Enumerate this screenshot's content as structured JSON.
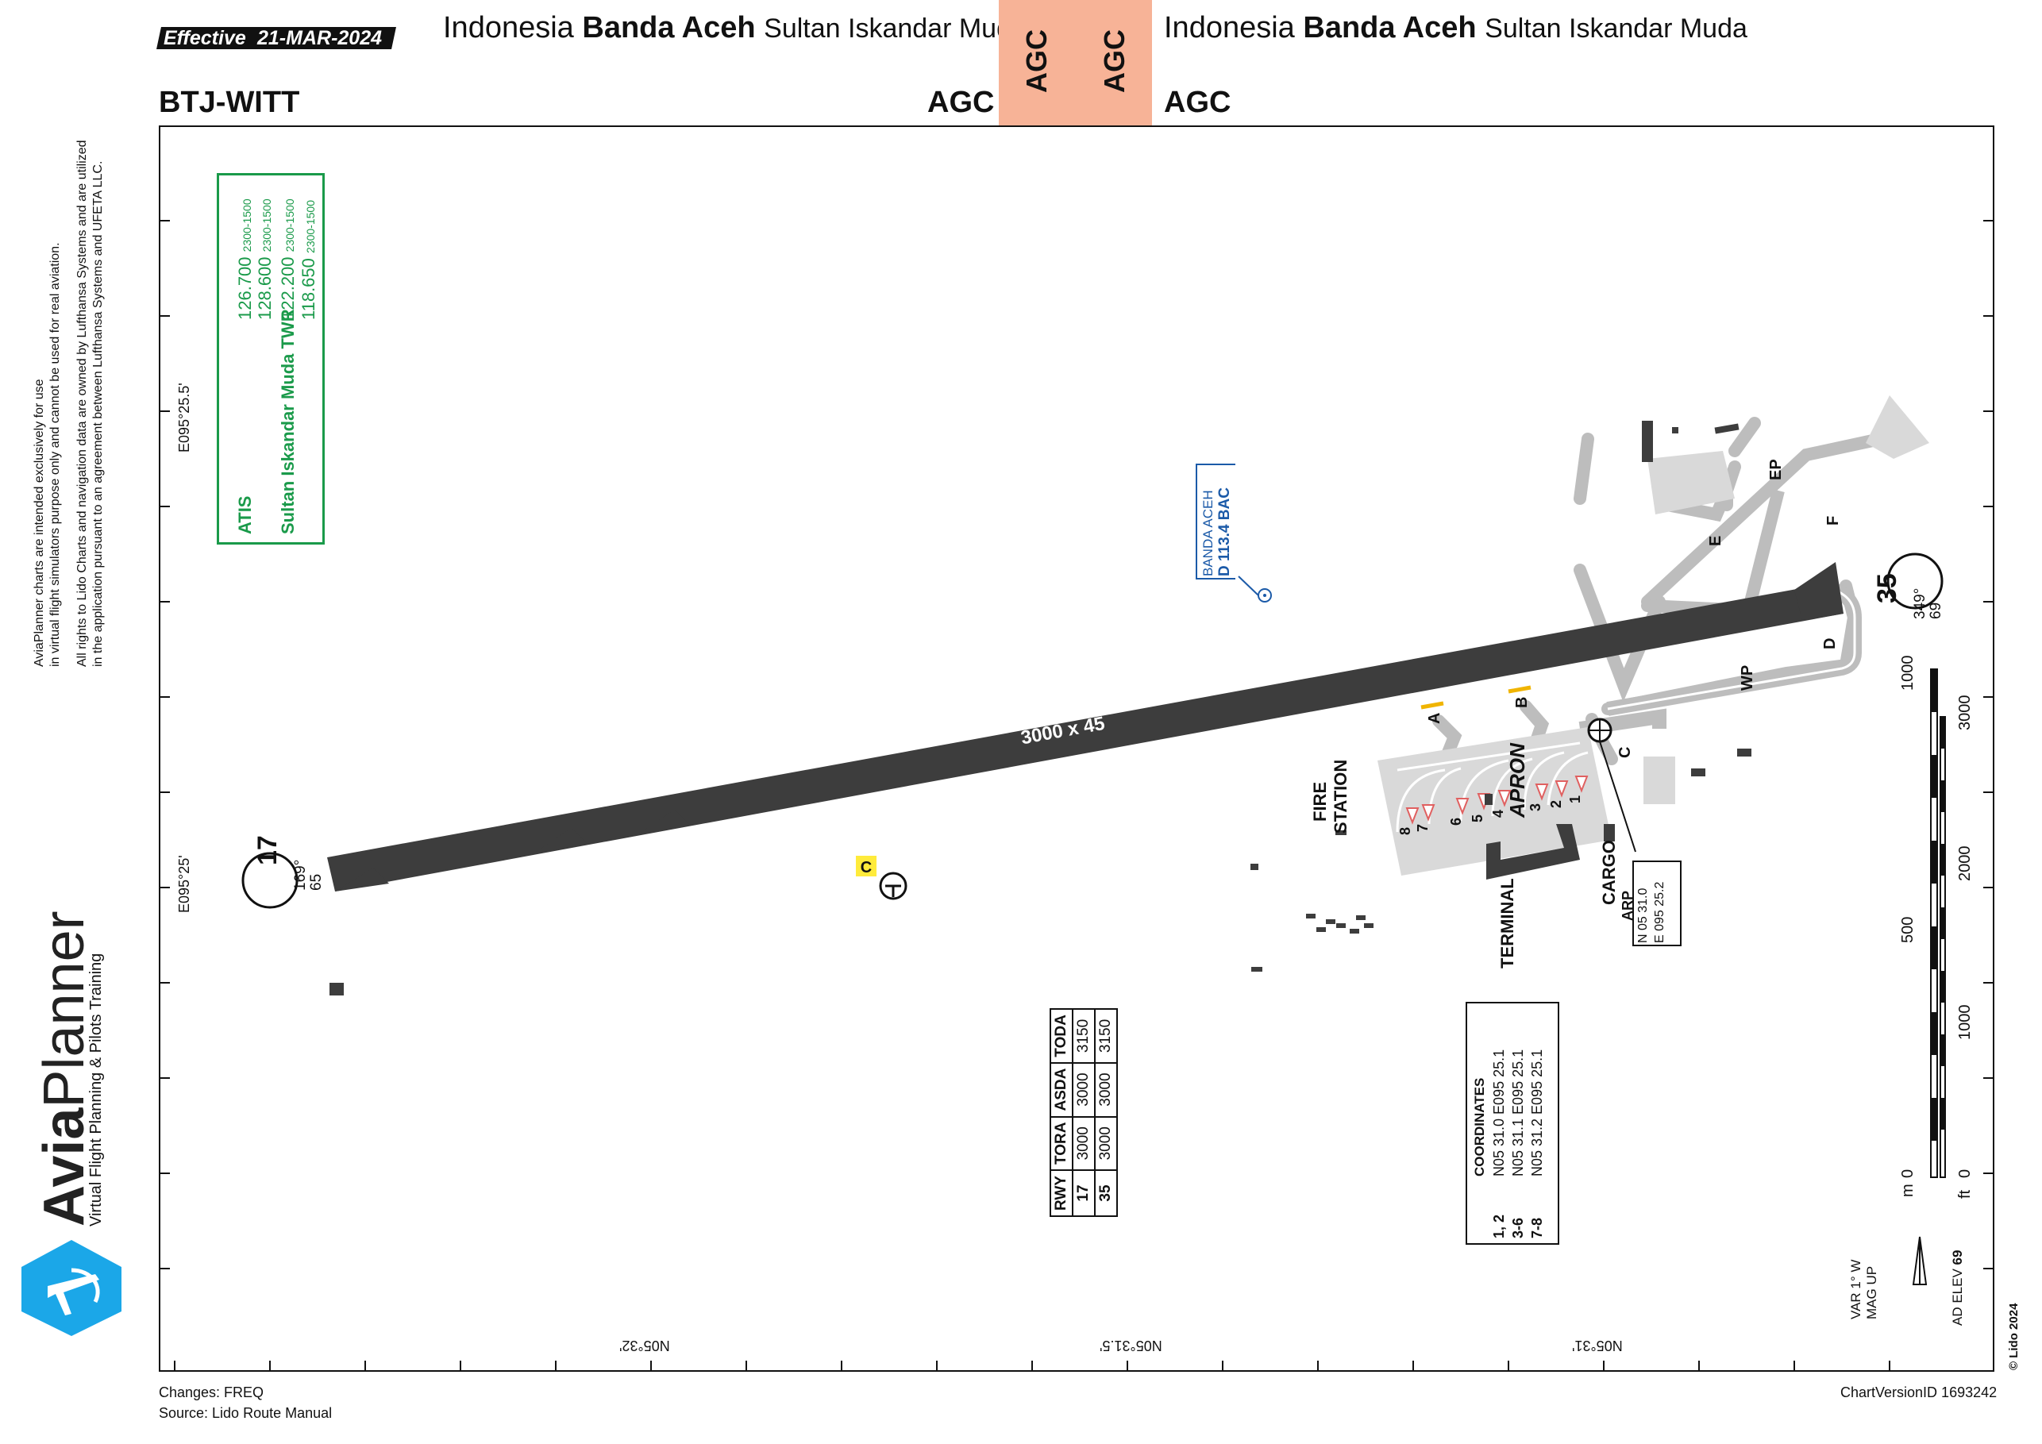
{
  "header": {
    "effective_label": "Effective",
    "effective_date": "21-MAR-2024",
    "country": "Indonesia",
    "city": "Banda Aceh",
    "airport": "Sultan Iskandar Muda",
    "icao_code": "BTJ-WITT",
    "chart_type": "AGC",
    "agc_color": "#f7b397"
  },
  "side_notice": {
    "line1": "AviaPlanner charts are intended exclusively for use",
    "line2": "in virtual flight simulators purpose only and cannot be used for real aviation.",
    "line3": "All rights to Lido Charts and navigation data are owned by Lufthansa Systems and are utilized",
    "line4": "in the application pursuant to an agreement between Lufthansa Systems and UFETA LLC."
  },
  "brand": {
    "name_bold": "Avia",
    "name_light": "Planner",
    "tagline": "Virtual Flight Planning & Pilots Training",
    "color": "#1ba7e8"
  },
  "frequencies": {
    "color": "#1a9a4a",
    "atis_label": "ATIS",
    "twr_label": "Sultan Iskandar Muda TWR",
    "atis": [
      {
        "freq": "126.700",
        "hours": "2300-1500"
      },
      {
        "freq": "128.600",
        "hours": "2300-1500"
      }
    ],
    "twr": [
      {
        "freq": "122.200",
        "hours": "2300-1500"
      },
      {
        "freq": "118.650",
        "hours": "2300-1500"
      }
    ]
  },
  "navaid": {
    "name": "BANDA ACEH",
    "ident": "D 113.4 BAC",
    "color": "#1b5aa8"
  },
  "runway": {
    "dimensions": "3000 x 45",
    "rwy17": {
      "number": "17",
      "bearing": "169°",
      "elev": "65"
    },
    "rwy35": {
      "number": "35",
      "bearing": "349°",
      "elev": "69"
    }
  },
  "taxiways": {
    "a": "A",
    "b": "B",
    "c": "C",
    "d": "D",
    "e": "E",
    "f": "F",
    "wp": "WP",
    "ep": "EP"
  },
  "labels": {
    "apron": "APRON",
    "fire": "FIRE",
    "station": "STATION",
    "terminal": "TERMINAL",
    "cargo": "CARGO",
    "hotspot": "C",
    "stands": [
      "8",
      "7",
      "6",
      "5",
      "4",
      "3",
      "2",
      "1"
    ]
  },
  "arp": {
    "label": "ARP",
    "lat": "N 05 31.0",
    "lon": "E 095 25.2"
  },
  "grid": {
    "lon_top": "E095°25.5'",
    "lon_bottom": "E095°25'",
    "lat_left": "N05°32'",
    "lat_mid": "N05°31.5'",
    "lat_right": "N05°31'"
  },
  "declared_distances": {
    "headers": [
      "RWY",
      "TORA",
      "ASDA",
      "TODA"
    ],
    "rows": [
      [
        "17",
        "3000",
        "3000",
        "3150"
      ],
      [
        "35",
        "3000",
        "3000",
        "3150"
      ]
    ]
  },
  "coordinates": {
    "title": "COORDINATES",
    "rows": [
      {
        "stands": "1, 2",
        "coord": "N05 31.0 E095 25.1"
      },
      {
        "stands": "3-6",
        "coord": "N05 31.1 E095 25.1"
      },
      {
        "stands": "7-8",
        "coord": "N05 31.2 E095 25.1"
      }
    ]
  },
  "scale": {
    "m_labels": [
      "0",
      "500",
      "1000"
    ],
    "ft_labels": [
      "0",
      "1000",
      "2000",
      "3000"
    ],
    "m_unit": "m",
    "ft_unit": "ft"
  },
  "variation": {
    "var": "VAR 1° W",
    "mag": "MAG UP",
    "elev_label": "AD ELEV",
    "elev_value": "69"
  },
  "footer": {
    "changes": "Changes: FREQ",
    "source": "Source: Lido Route Manual",
    "version": "ChartVersionID 1693242",
    "copyright": "© Lido 2024"
  }
}
